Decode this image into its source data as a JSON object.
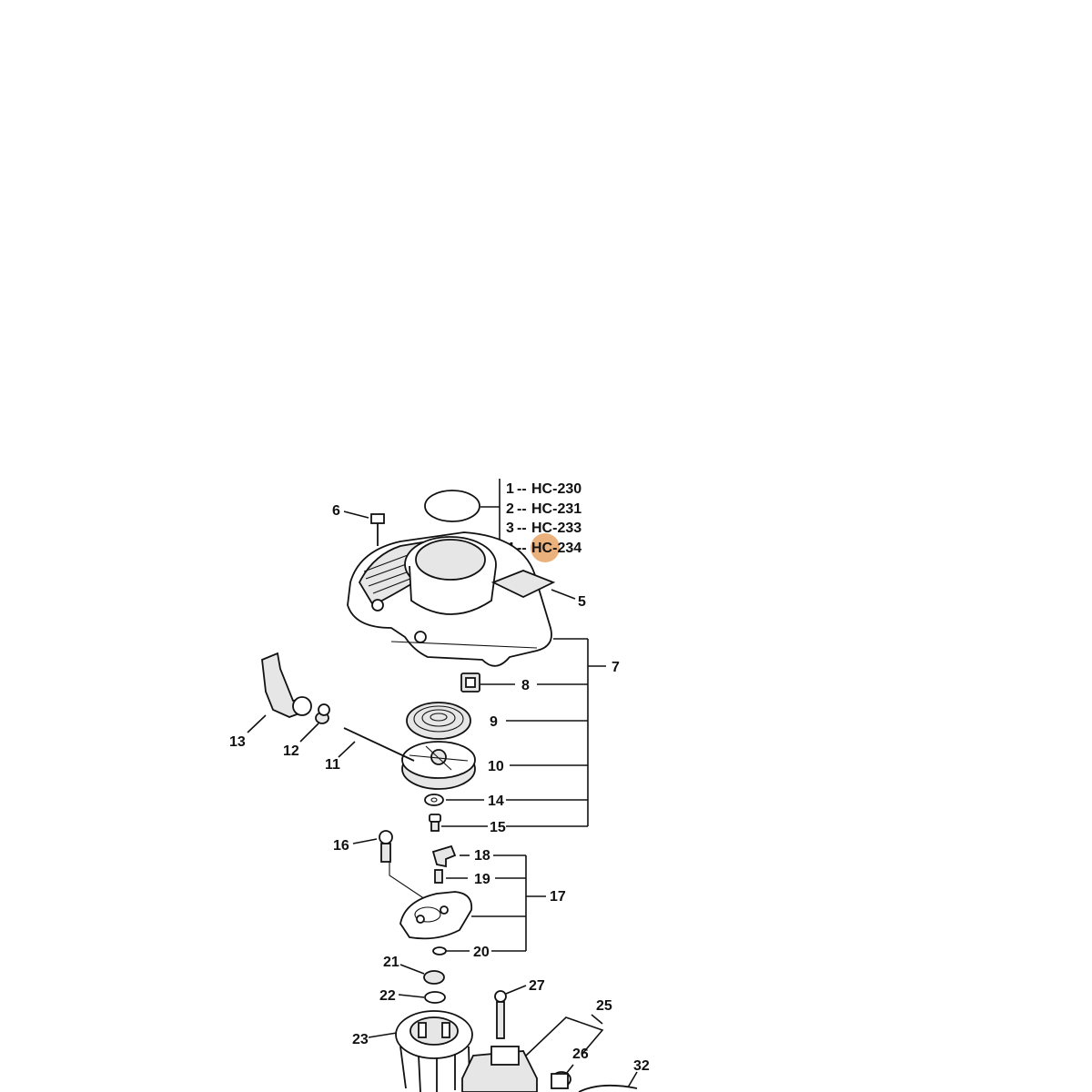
{
  "model_list": [
    {
      "num": "1",
      "sep": "--",
      "model": "HC-230"
    },
    {
      "num": "2",
      "sep": "--",
      "model": "HC-231"
    },
    {
      "num": "3",
      "sep": "--",
      "model": "HC-233"
    },
    {
      "num": "4",
      "sep": "--",
      "model": "HC-234"
    }
  ],
  "highlight": {
    "color": "#e8a365",
    "model": "HC-234"
  },
  "callouts": {
    "c5": "5",
    "c6": "6",
    "c7": "7",
    "c8": "8",
    "c9": "9",
    "c10": "10",
    "c11": "11",
    "c12": "12",
    "c13": "13",
    "c14": "14",
    "c15": "15",
    "c16": "16",
    "c17": "17",
    "c18": "18",
    "c19": "19",
    "c20": "20",
    "c21": "21",
    "c22": "22",
    "c23": "23",
    "c25": "25",
    "c26": "26",
    "c27": "27",
    "c32": "32"
  }
}
